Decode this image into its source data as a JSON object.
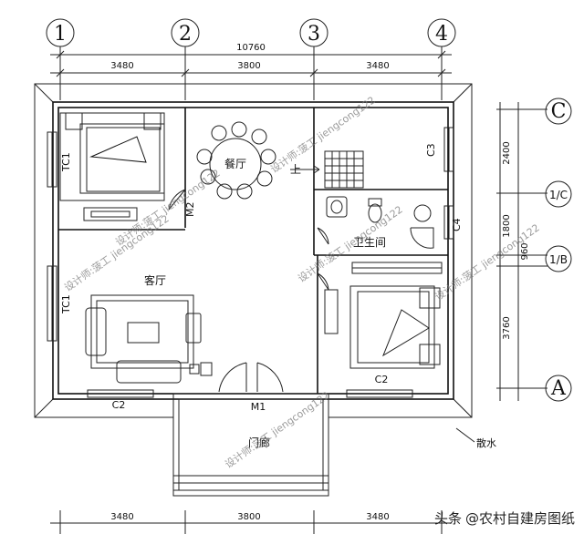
{
  "axes_top": [
    "1",
    "2",
    "3",
    "4"
  ],
  "axes_right": [
    "C",
    "1/C",
    "1/B",
    "A"
  ],
  "dims_top_total": "10760",
  "dims_top_spans": [
    "3480",
    "3800",
    "3480"
  ],
  "dims_bottom_spans": [
    "3480",
    "3800",
    "3480"
  ],
  "dims_right": [
    "2400",
    "1800",
    "960",
    "3760"
  ],
  "rooms": {
    "dining": "餐厅",
    "living": "客厅",
    "bathroom": "卫生间",
    "porch": "门廊",
    "stair_up": "上"
  },
  "windows": {
    "tc1_top": "TC1",
    "tc1_left": "TC1",
    "c2_left": "C2",
    "c2_right": "C2",
    "c3": "C3",
    "c4": "C4",
    "m1": "M1",
    "m2": "M2"
  },
  "apron": "散水",
  "watermark": "设计师:菠工 jiengcong122",
  "footer": {
    "prefix": "头条",
    "handle": "@农村自建房图纸"
  }
}
